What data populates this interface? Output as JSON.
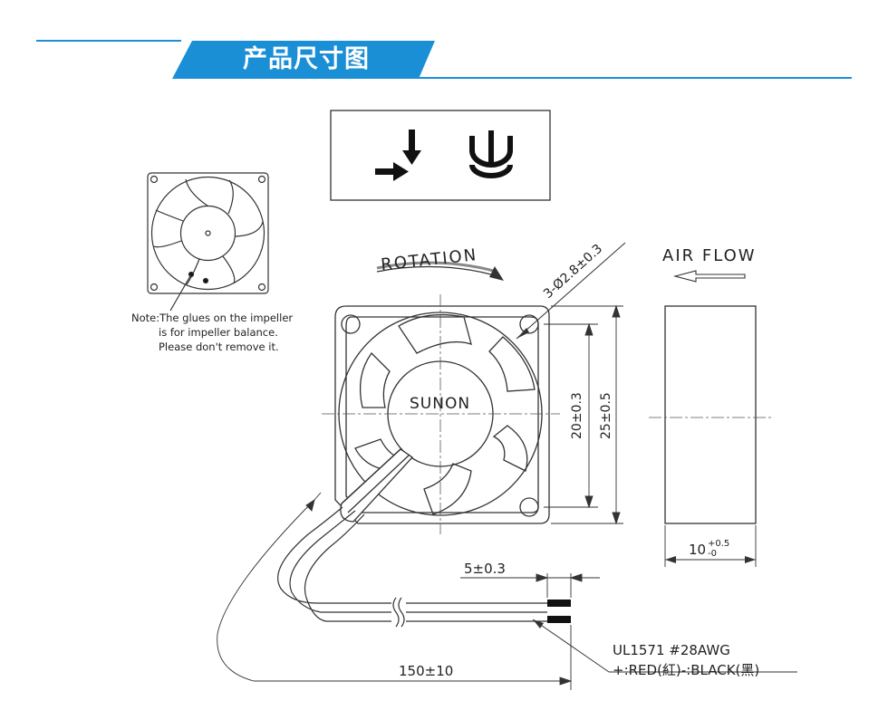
{
  "header": {
    "title": "产品尺寸图",
    "accent_color": "#1a8fd6"
  },
  "symbols": {
    "arrows_icon": "airflow-rotation-arrows-icon",
    "certification_icon": "ul-recognized-mark-icon"
  },
  "note": {
    "line1": "Note:The glues on the impeller",
    "line2": "is for impeller balance.",
    "line3": "Please don't remove it."
  },
  "drawing": {
    "rotation_label": "ROTATION",
    "airflow_label": "AIR FLOW",
    "brand": "SUNON",
    "hole_callout": "3-Ø2.8±0.3",
    "dim_hole_spacing": "20±0.3",
    "dim_frame_size": "25±0.5",
    "dim_thickness": "10",
    "dim_thickness_tol_upper": "+0.5",
    "dim_thickness_tol_lower": "-0",
    "dim_wire_strip": "5±0.3",
    "dim_wire_length": "150±10",
    "wire_spec": "UL1571  #28AWG",
    "wire_colors": "+:RED(紅)-:BLACK(黑)"
  }
}
